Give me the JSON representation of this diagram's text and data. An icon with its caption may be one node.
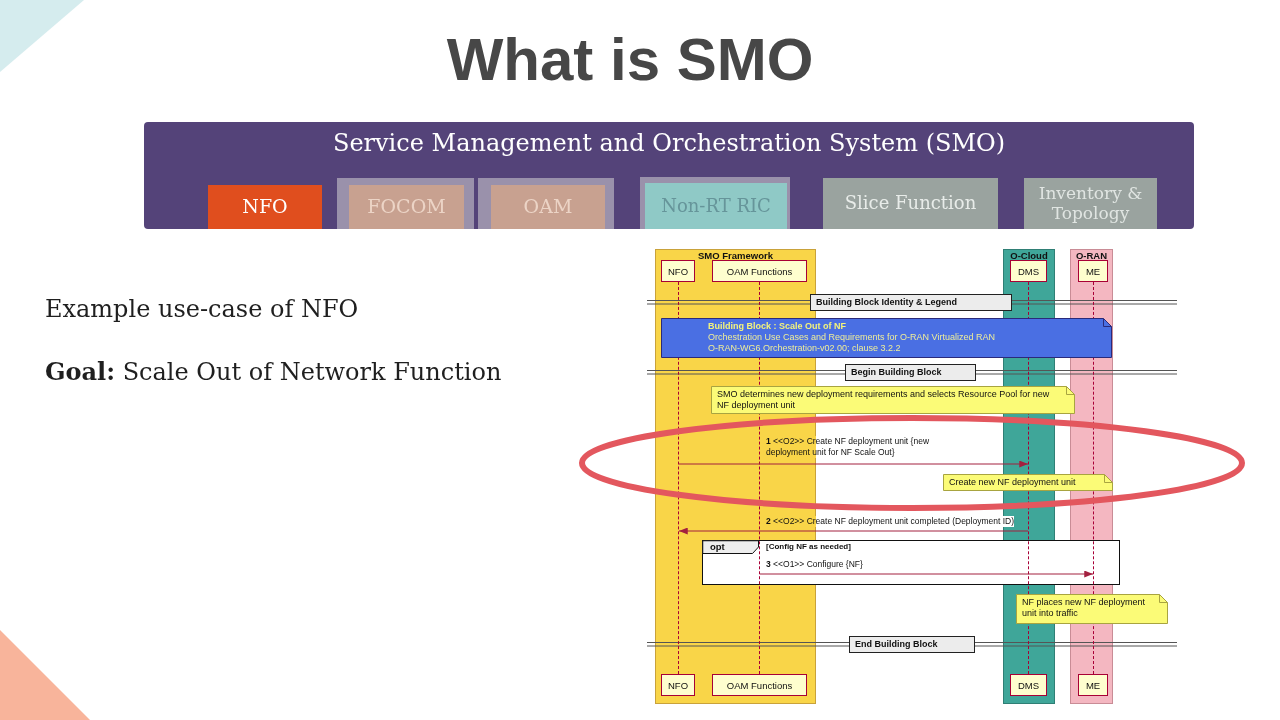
{
  "diagram": {
    "title": "What is SMO",
    "nodes": [
      {
        "text": [
          "Service Management and Orchestration System (SMO)"
        ]
      },
      {
        "text": [
          "NFO"
        ],
        "in": 0
      },
      {
        "text": [
          "FOCOM"
        ],
        "in": 0
      },
      {
        "text": [
          "OAM"
        ],
        "in": 0
      },
      {
        "text": [
          "Non-RT RIC"
        ],
        "in": 0
      },
      {
        "text": [
          "Slice Function"
        ],
        "in": 0
      },
      {
        "text": [
          "Inventory & Topology"
        ],
        "in": 0
      },
      {
        "text": [
          "SMO Framework"
        ]
      },
      {
        "text": [
          "NFO"
        ],
        "in": 7
      },
      {
        "text": [
          "OAM Functions"
        ],
        "in": 7
      },
      {
        "text": [
          "O-Cloud"
        ]
      },
      {
        "text": [
          "DMS"
        ],
        "in": 10
      },
      {
        "text": [
          "O-RAN"
        ]
      },
      {
        "text": [
          "ME"
        ],
        "in": 12
      },
      {
        "text": [],
        "shape": "line",
        "in": 7
      },
      {
        "text": [],
        "shape": "line",
        "in": 7
      },
      {
        "text": [],
        "shape": "line",
        "in": 10
      },
      {
        "text": [],
        "shape": "line",
        "in": 12
      },
      {
        "text": [
          "Building Block Identity & Legend"
        ]
      },
      {
        "text": [
          "Building Block : Scale Out of NF",
          "Orchestration Use Cases and Requirements for O-RAN Virtualized RAN",
          "O-RAN-WG6.Orchestration-v02.00; clause 3.2.2"
        ]
      },
      {
        "text": [
          "Begin Building Block"
        ]
      },
      {
        "text": [
          "SMO determines new deployment requirements and selects Resource Pool for new NF deployment unit"
        ]
      },
      {
        "text": [
          "Create new NF deployment unit"
        ]
      },
      {
        "text": [
          "opt"
        ],
        "beside": [
          "[Config NF as needed]"
        ],
        "in": 7
      },
      {
        "text": [
          "NF places new NF deployment unit into traffic"
        ]
      },
      {
        "text": [
          "End Building Block"
        ]
      },
      {
        "text": [
          "NFO"
        ],
        "in": 7
      },
      {
        "text": [
          "OAM Functions"
        ],
        "in": 7
      },
      {
        "text": [
          "DMS"
        ],
        "in": 10
      },
      {
        "text": [
          "ME"
        ],
        "in": 12
      }
    ],
    "edges": [
      {
        "from": 14,
        "to": 16,
        "arrow": "to",
        "label": "**1** <<O2>> Create NF deployment unit {new deployment unit for NF Scale Out}"
      },
      {
        "from": 16,
        "to": 14,
        "arrow": "to",
        "label": "**2** <<O2>> Create NF deployment unit completed (Deployment ID)"
      },
      {
        "from": 15,
        "to": 17,
        "arrow": "to",
        "label": "**3** <<O1>> Configure {NF}"
      }
    ],
    "labels": [
      "Example use-case of NFO",
      "**Goal:** Scale Out of Network Function"
    ]
  }
}
